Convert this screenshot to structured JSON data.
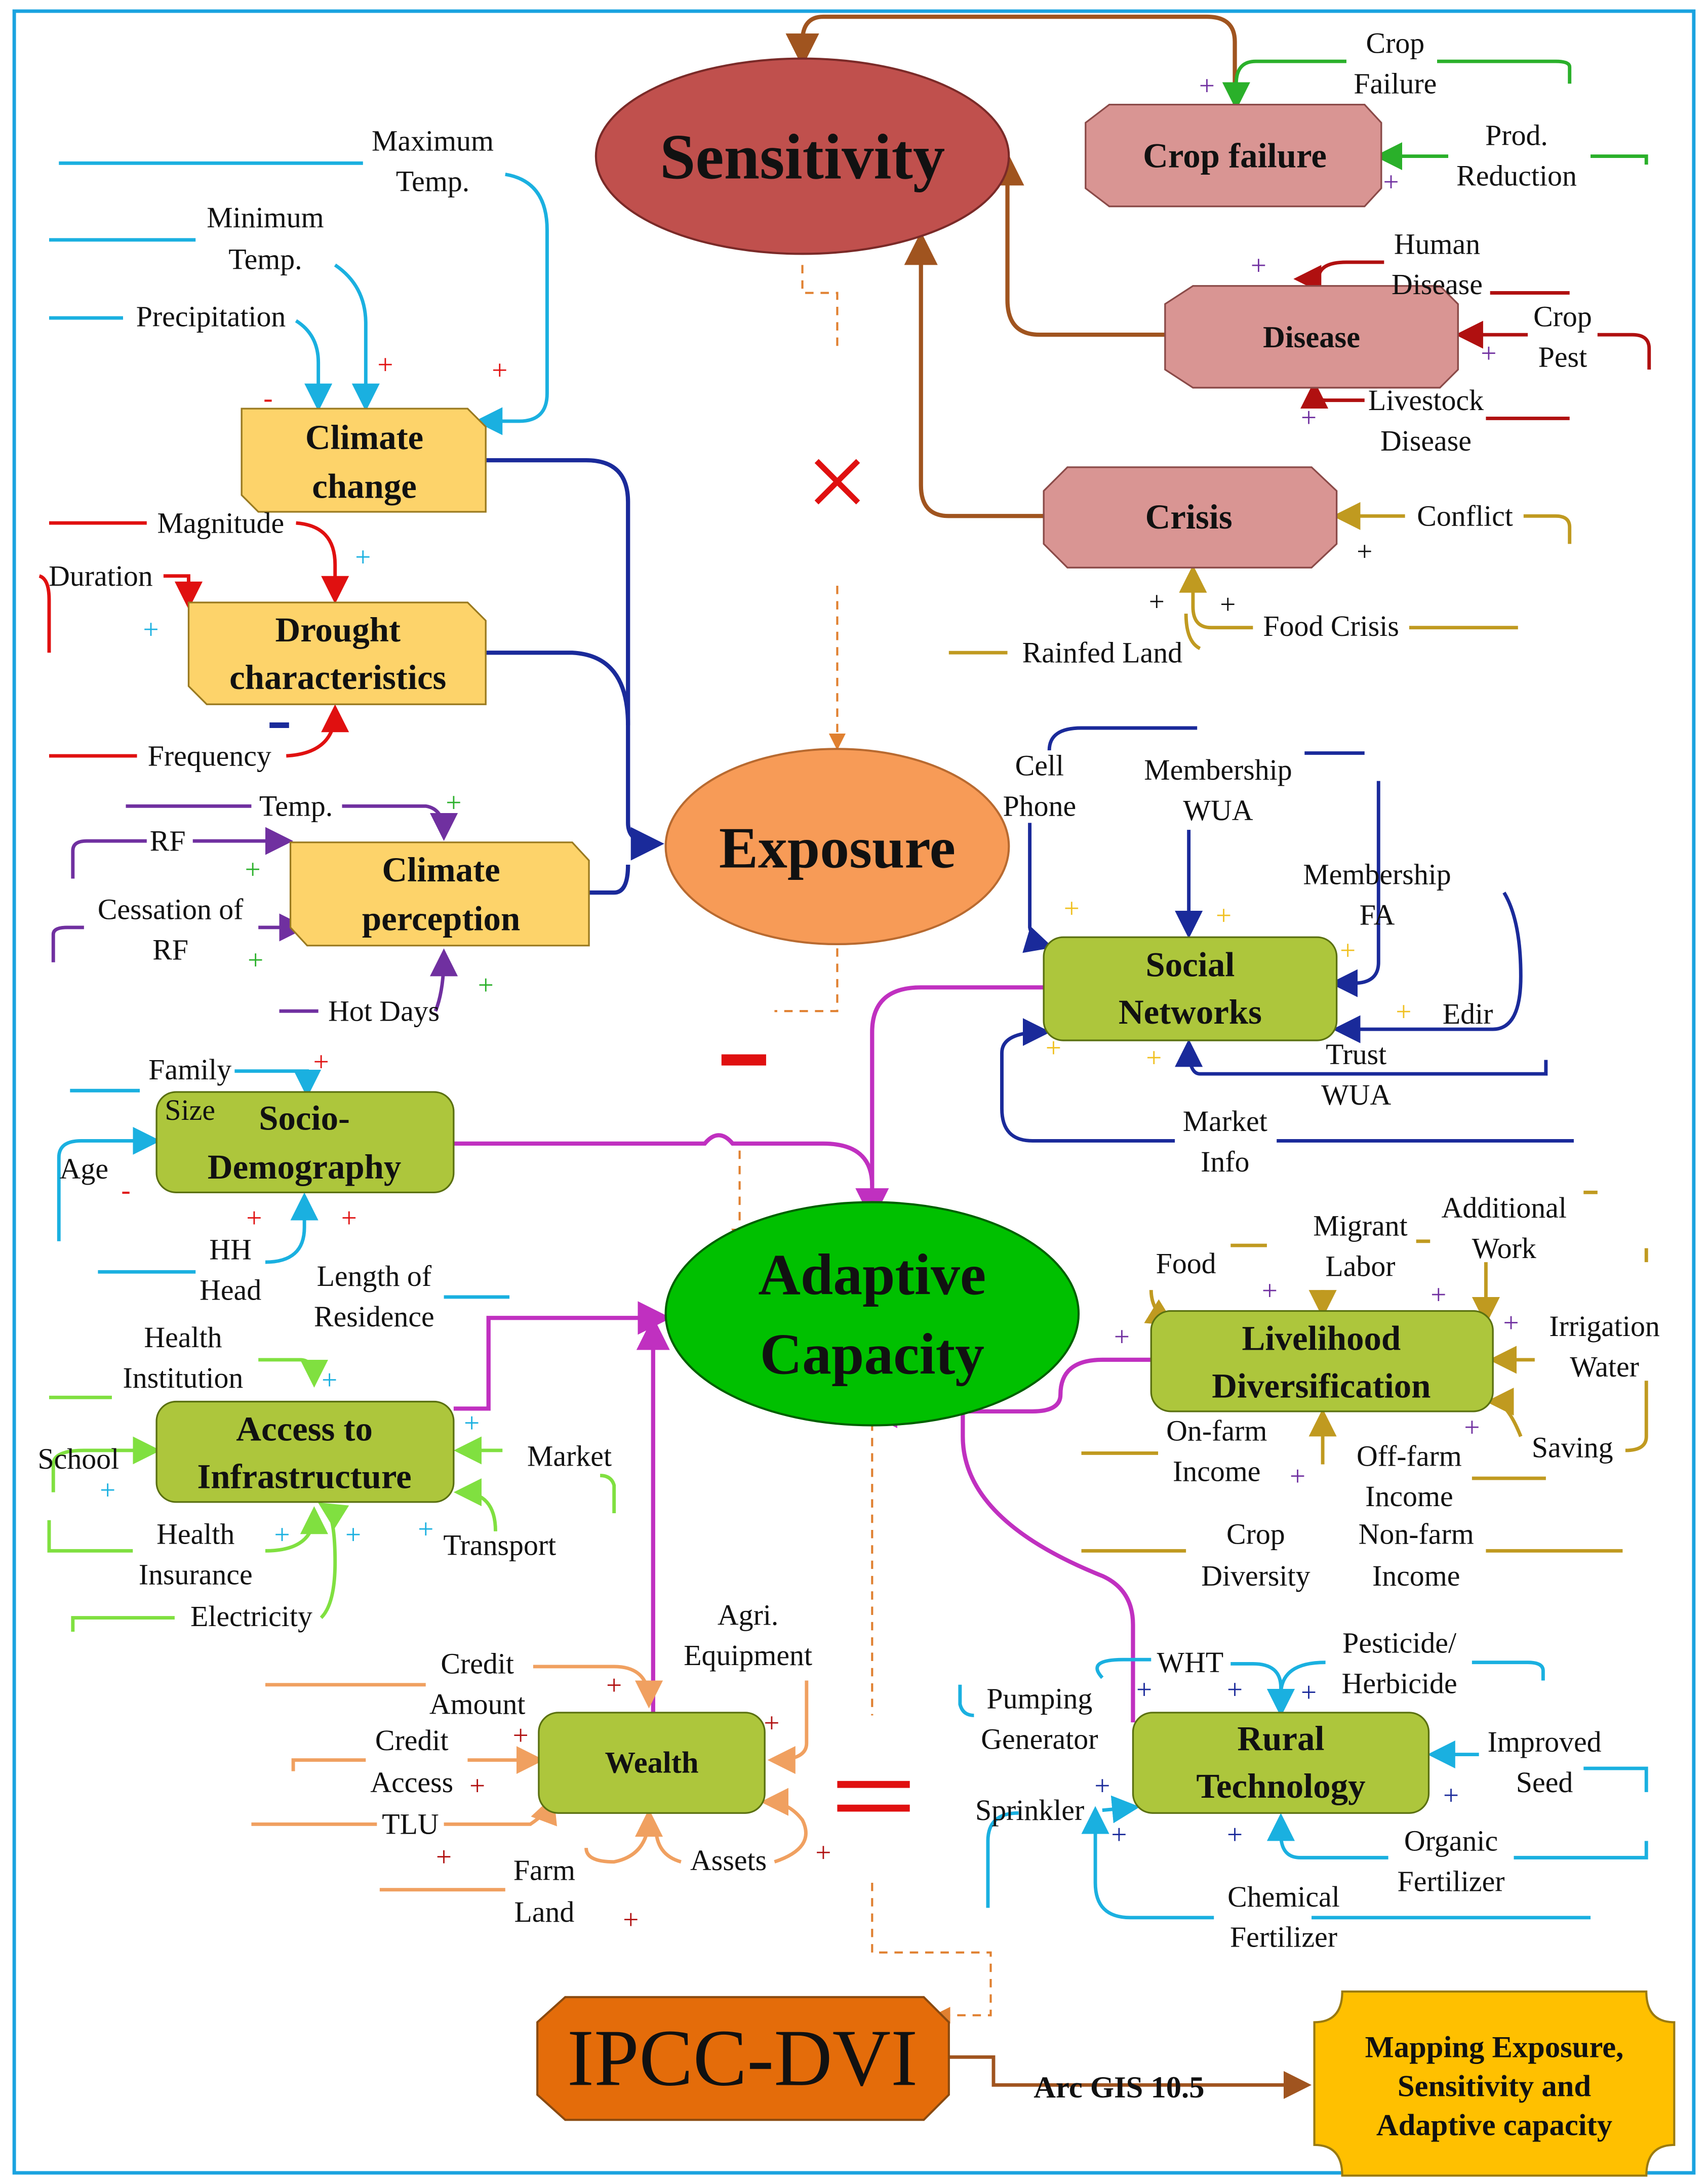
{
  "colors": {
    "frame": "#1aa3e0",
    "sensitivity_fill": "#c0504d",
    "exposure_fill": "#f79b57",
    "adaptive_fill": "#00c000",
    "ipcc_fill": "#e46c0a",
    "climate_fill": "#fdd36a",
    "sens_sub_fill": "#d99593",
    "adaptive_sub_fill": "#adc63c",
    "mapping_fill": "#ffc000",
    "brown": "#a0541f",
    "magenta": "#c030c0",
    "navy": "#1a2a9a",
    "cyan": "#1ab0e0",
    "red": "#e01010",
    "purple": "#7030a0",
    "green": "#2ab02a",
    "darkred": "#b01010",
    "gold": "#c09a20",
    "lime": "#80e040",
    "orange": "#f0a060"
  },
  "nodes": {
    "sensitivity": "Sensitivity",
    "exposure": "Exposure",
    "adaptive_1": "Adaptive",
    "adaptive_2": "Capacity",
    "ipcc": "IPCC-DVI",
    "climate_change_1": "Climate",
    "climate_change_2": "change",
    "drought_1": "Drought",
    "drought_2": "characteristics",
    "climate_perception_1": "Climate",
    "climate_perception_2": "perception",
    "crop_failure": "Crop failure",
    "disease": "Disease",
    "crisis": "Crisis",
    "social_1": "Social",
    "social_2": "Networks",
    "socio_1": "Socio-",
    "socio_2": "Demography",
    "access_1": "Access to",
    "access_2": "Infrastructure",
    "livelihood_1": "Livelihood",
    "livelihood_2": "Diversification",
    "wealth": "Wealth",
    "rural_1": "Rural",
    "rural_2": "Technology",
    "mapping_1": "Mapping Exposure,",
    "mapping_2": "Sensitivity and",
    "mapping_3": "Adaptive capacity",
    "arcgis": "Arc GIS 10.5"
  },
  "operators": {
    "multiply": "×",
    "minus": "−",
    "equals": "="
  },
  "labels": {
    "max_temp_1": "Maximum",
    "max_temp_2": "Temp.",
    "min_temp_1": "Minimum",
    "min_temp_2": "Temp.",
    "precipitation": "Precipitation",
    "magnitude": "Magnitude",
    "duration": "Duration",
    "frequency": "Frequency",
    "temp": "Temp.",
    "rf": "RF",
    "cessation_1": "Cessation of",
    "cessation_2": "RF",
    "hot_days": "Hot Days",
    "crop_failure_1": "Crop",
    "crop_failure_2": "Failure",
    "prod_red_1": "Prod.",
    "prod_red_2": "Reduction",
    "human_dis_1": "Human",
    "human_dis_2": "Disease",
    "crop_pest_1": "Crop",
    "crop_pest_2": "Pest",
    "livestock_1": "Livestock",
    "livestock_2": "Disease",
    "conflict": "Conflict",
    "food_crisis": "Food Crisis",
    "rainfed": "Rainfed Land",
    "cell_1": "Cell",
    "cell_2": "Phone",
    "mem_wua_1": "Membership",
    "mem_wua_2": "WUA",
    "mem_fa_1": "Membership",
    "mem_fa_2": "FA",
    "edir": "Edir",
    "trust_1": "Trust",
    "trust_2": "WUA",
    "market_info_1": "Market",
    "market_info_2": "Info",
    "family_1": "Family",
    "family_2": "Size",
    "age": "Age",
    "hh_1": "HH",
    "hh_2": "Head",
    "length_1": "Length of",
    "length_2": "Residence",
    "health_inst_1": "Health",
    "health_inst_2": "Institution",
    "school": "School",
    "market": "Market",
    "health_ins_1": "Health",
    "health_ins_2": "Insurance",
    "transport": "Transport",
    "electricity": "Electricity",
    "food": "Food",
    "migrant_1": "Migrant",
    "migrant_2": "Labor",
    "additional_1": "Additional",
    "additional_2": "Work",
    "irrigation_1": "Irrigation",
    "irrigation_2": "Water",
    "saving": "Saving",
    "onfarm_1": "On-farm",
    "onfarm_2": "Income",
    "offfarm_1": "Off-farm",
    "offfarm_2": "Income",
    "nonfarm_1": "Non-farm",
    "nonfarm_2": "Income",
    "crop_div_1": "Crop",
    "crop_div_2": "Diversity",
    "credit_amt_1": "Credit",
    "credit_amt_2": "Amount",
    "agri_1": "Agri.",
    "agri_2": "Equipment",
    "credit_acc_1": "Credit",
    "credit_acc_2": "Access",
    "tlu": "TLU",
    "farm_1": "Farm",
    "farm_2": "Land",
    "assets": "Assets",
    "wht": "WHT",
    "pesticide_1": "Pesticide/",
    "pesticide_2": "Herbicide",
    "pumping_1": "Pumping",
    "pumping_2": "Generator",
    "improved_1": "Improved",
    "improved_2": "Seed",
    "sprinkler": "Sprinkler",
    "organic_1": "Organic",
    "organic_2": "Fertilizer",
    "chemical_1": "Chemical",
    "chemical_2": "Fertilizer"
  },
  "signs": {
    "plus": "+",
    "minus": "-"
  }
}
